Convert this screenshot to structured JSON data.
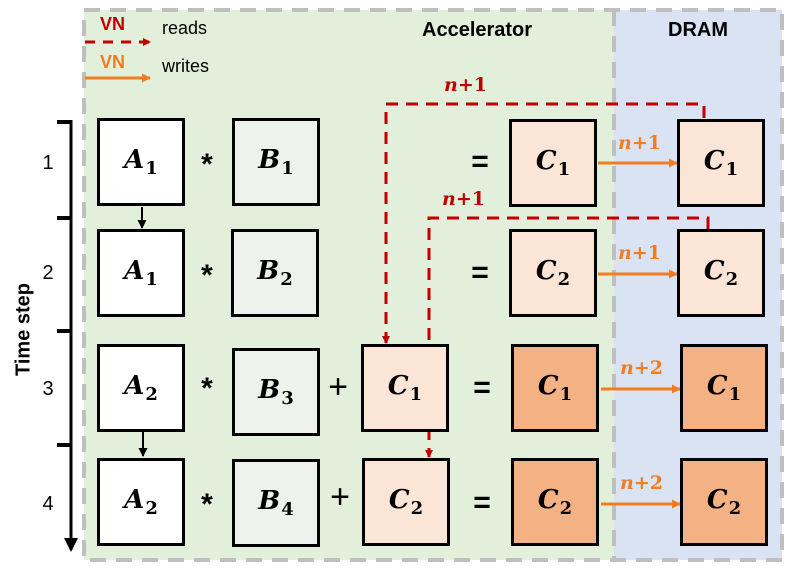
{
  "regions": {
    "accelerator": {
      "label": "Accelerator",
      "color": "#e2efda"
    },
    "dram": {
      "label": "DRAM",
      "color": "#dae3f3"
    }
  },
  "legend": {
    "reads": {
      "badge": "VN",
      "label": "reads",
      "color": "#c00000",
      "style": "dashed"
    },
    "writes": {
      "badge": "VN",
      "label": "writes",
      "color": "#f27c22",
      "style": "solid"
    }
  },
  "axis": {
    "title": "Time step",
    "steps": [
      "1",
      "2",
      "3",
      "4"
    ]
  },
  "operators": {
    "mul": "*",
    "plus": "+",
    "eq": "="
  },
  "rows": [
    {
      "step": "1",
      "a": {
        "base": "A",
        "sub": "1"
      },
      "b": {
        "base": "B",
        "sub": "1"
      },
      "c_in": null,
      "c_out": {
        "base": "C",
        "sub": "1"
      },
      "dram": {
        "base": "C",
        "sub": "1"
      },
      "write_version": "n+1"
    },
    {
      "step": "2",
      "a": {
        "base": "A",
        "sub": "1"
      },
      "b": {
        "base": "B",
        "sub": "2"
      },
      "c_in": null,
      "c_out": {
        "base": "C",
        "sub": "2"
      },
      "dram": {
        "base": "C",
        "sub": "2"
      },
      "write_version": "n+1"
    },
    {
      "step": "3",
      "a": {
        "base": "A",
        "sub": "2"
      },
      "b": {
        "base": "B",
        "sub": "3"
      },
      "c_in": {
        "base": "C",
        "sub": "1"
      },
      "c_out": {
        "base": "C",
        "sub": "1"
      },
      "dram": {
        "base": "C",
        "sub": "1"
      },
      "write_version": "n+2"
    },
    {
      "step": "4",
      "a": {
        "base": "A",
        "sub": "2"
      },
      "b": {
        "base": "B",
        "sub": "4"
      },
      "c_in": {
        "base": "C",
        "sub": "2"
      },
      "c_out": {
        "base": "C",
        "sub": "2"
      },
      "dram": {
        "base": "C",
        "sub": "2"
      },
      "write_version": "n+2"
    }
  ],
  "reads": [
    {
      "from": "DRAM C1 (step 1)",
      "to": "Accelerator C1 input (step 3)",
      "version": "n+1"
    },
    {
      "from": "DRAM C2 (step 2)",
      "to": "Accelerator C2 input (step 4)",
      "version": "n+1"
    }
  ],
  "colors": {
    "a_box": "#ffffff",
    "b_box": "#eef1ec",
    "c_partial": "#fbe5d6",
    "c_final": "#f4b183",
    "read_arrow": "#c00000",
    "write_arrow": "#f27c22"
  }
}
